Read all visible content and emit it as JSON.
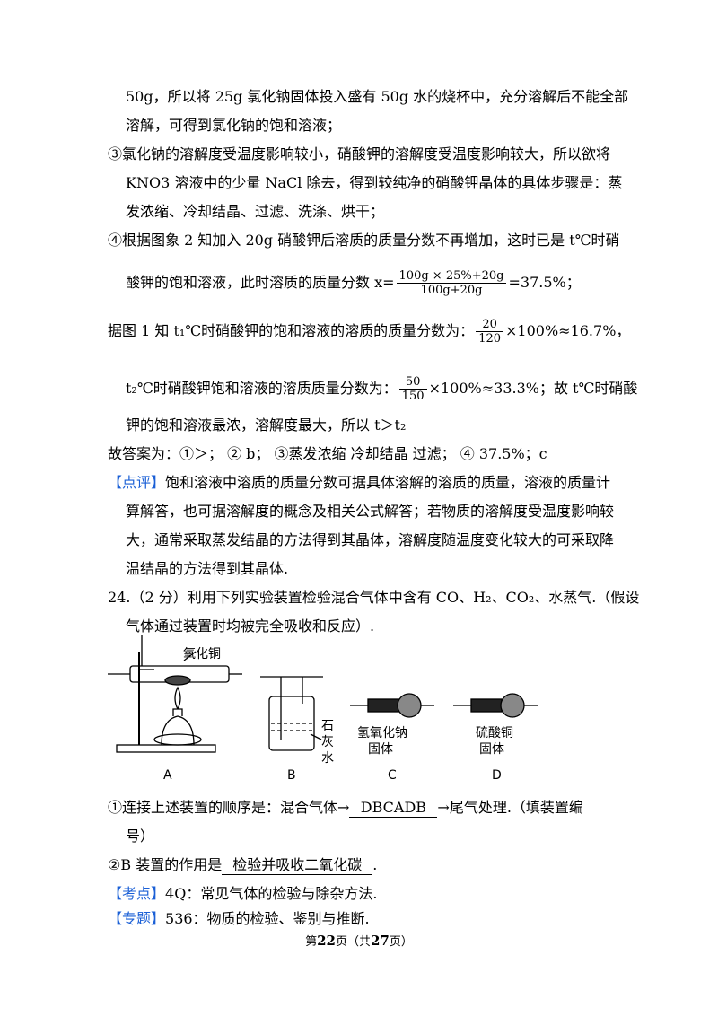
{
  "lines": {
    "l1": "50g，所以将 25g 氯化钠固体投入盛有 50g 水的烧杯中，充分溶解后不能全部",
    "l2": "溶解，可得到氯化钠的饱和溶液；",
    "l3": "③氯化钠的溶解度受温度影响较小，硝酸钾的溶解度受温度影响较大，所以欲将",
    "l4": "KNO3 溶液中的少量 NaCl 除去，得到较纯净的硝酸钾晶体的具体步骤是：蒸",
    "l5": "发浓缩、冷却结晶、过滤、洗涤、烘干；",
    "l6": "④根据图象 2 知加入 20g 硝酸钾后溶质的质量分数不再增加，这时已是 t℃时硝",
    "l7_pre": "酸钾的饱和溶液，此时溶质的质量分数 x=",
    "l7_num": "100g × 25%+20g",
    "l7_den": "100g+20g",
    "l7_post": "=37.5%；",
    "l8_pre": "据图 1 知 t₁℃时硝酸钾的饱和溶液的溶质的质量分数为：",
    "l8_num": "20",
    "l8_den": "120",
    "l8_post": "×100%≈16.7%，",
    "l9_pre": "t₂℃时硝酸钾饱和溶液的溶质质量分数为：",
    "l9_num": "50",
    "l9_den": "150",
    "l9_post": "×100%≈33.3%；故 t℃时硝酸",
    "l10": "钾的饱和溶液最浓，溶解度最大，所以 t＞t₂",
    "l11": "故答案为：①＞；  ② b；  ③蒸发浓缩   冷却结晶   过滤；   ④ 37.5%；c",
    "l12_tag": "【点评】",
    "l12": "饱和溶液中溶质的质量分数可据具体溶解的溶质的质量，溶液的质量计",
    "l13": "算解答，也可据溶解度的概念及相关公式解答；若物质的溶解度受温度影响较",
    "l14": "大，通常采取蒸发结晶的方法得到其晶体，溶解度随温度变化较大的可采取降",
    "l15": "温结晶的方法得到其晶体.",
    "l16": "24.（2 分）利用下列实验装置检验混合气体中含有 CO、H₂、CO₂、水蒸气.（假设",
    "l17": "气体通过装置时均被完全吸收和反应）.",
    "q1_pre": "①连接上述装置的顺序是：混合气体→",
    "q1_ans": "DBCADB",
    "q1_post": "→尾气处理.（填装置编",
    "q1_cont": "号）",
    "q2_pre": "②B 装置的作用是",
    "q2_ans": "检验并吸收二氧化碳",
    "q2_post": ".",
    "kd_tag": "【考点】",
    "kd": "4Q：常见气体的检验与除杂方法.",
    "zt_tag": "【专题】",
    "zt": "536：物质的检验、鉴别与推断."
  },
  "figure": {
    "a_label": "氧化铜",
    "b_label1": "石",
    "b_label2": "灰",
    "b_label3": "水",
    "c_label1": "氢氧化钠",
    "c_label2": "固体",
    "d_label1": "硫酸铜",
    "d_label2": "固体",
    "cap_a": "A",
    "cap_b": "B",
    "cap_c": "C",
    "cap_d": "D"
  },
  "footer": {
    "pre": "第",
    "page": "22",
    "mid": "页（共",
    "total": "27",
    "post": "页）"
  },
  "colors": {
    "highlight": "#1a5fd6"
  }
}
